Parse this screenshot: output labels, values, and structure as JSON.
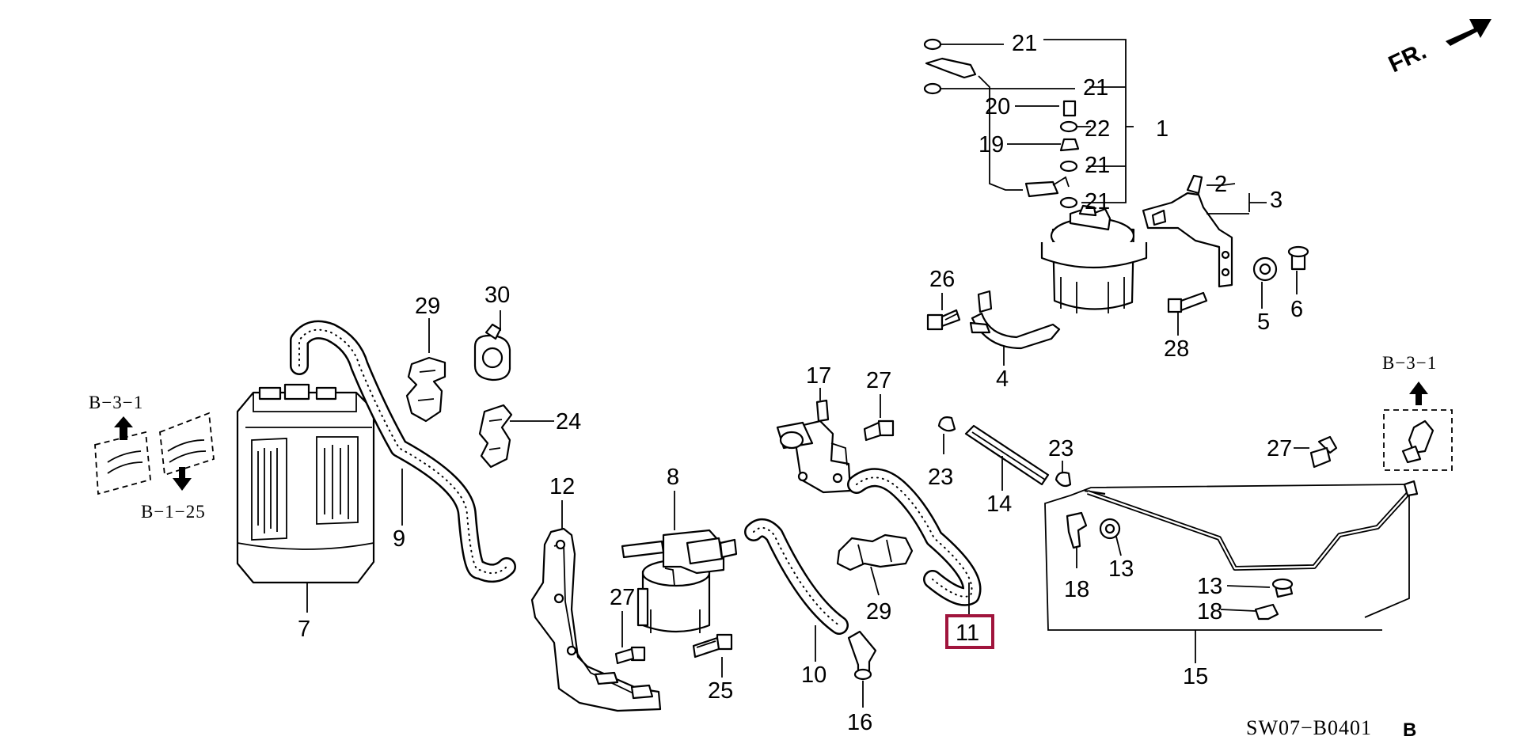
{
  "diagram": {
    "drawing_code": "SW07−B0401",
    "drawing_suffix": "B",
    "front_marker": "FR.",
    "highlight_color": "#a0143c",
    "refs": {
      "b31_left": "B−3−1",
      "b125_left": "B−1−25",
      "b31_right": "B−3−1"
    },
    "callouts": {
      "c1": "1",
      "c2": "2",
      "c3": "3",
      "c4": "4",
      "c5": "5",
      "c6": "6",
      "c7": "7",
      "c8": "8",
      "c9": "9",
      "c10": "10",
      "c11": "11",
      "c12": "12",
      "c13a": "13",
      "c13b": "13",
      "c14": "14",
      "c15": "15",
      "c16": "16",
      "c17": "17",
      "c18a": "18",
      "c18b": "18",
      "c19": "19",
      "c20": "20",
      "c21a": "21",
      "c21b": "21",
      "c21c": "21",
      "c21d": "21",
      "c22": "22",
      "c23a": "23",
      "c23b": "23",
      "c24": "24",
      "c25": "25",
      "c26": "26",
      "c27a": "27",
      "c27b": "27",
      "c27c": "27",
      "c28": "28",
      "c29a": "29",
      "c29b": "29",
      "c30": "30"
    }
  }
}
